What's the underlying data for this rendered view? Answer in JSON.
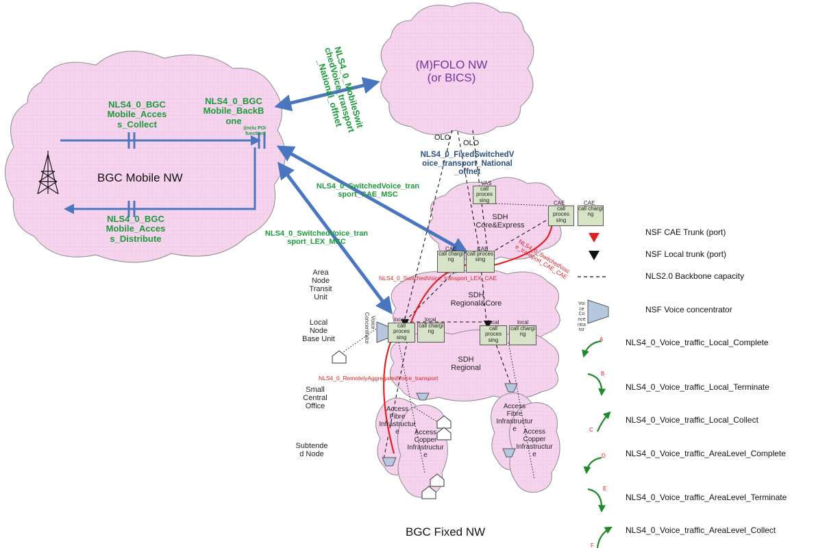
{
  "clouds": {
    "mobile": "BGC Mobile NW",
    "folo": "(M)FOLO NW\n(or BICS)",
    "core": "SDH\nCore&Express",
    "regional_core": "SDH\nRegional&Core",
    "regional": "SDH\nRegional",
    "fixed": "BGC Fixed NW",
    "access_fibre_1": "Access\nFibre\nInfrastructur\ne",
    "access_copper_1": "Access\nCopper\nInfrastructur\ne",
    "access_fibre_2": "Access\nFibre\nInfrastructur\ne",
    "access_copper_2": "Access\nCopper\nInfrastructur\ne"
  },
  "green_labels": {
    "collect": "NLS4_0_BGC\nMobile_Acces\ns_Collect",
    "backbone_main": "NLS4_0_BGC\nMobile_BackB\none",
    "backbone_sub": "(inclu POI\nfunction)",
    "distribute": "NLS4_0_BGC\nMobile_Acces\ns_Distribute",
    "mobile_switched": "NLS4_0_MobileSwit\nchedVoice_transport\n_National_offnet",
    "cae_msc": "NLS4_0_SwitchedVoice_tran\nsport_CAE_MSC",
    "lex_msc": "NLS4_0_SwitchedVoice_tran\nsport_LEX_MSC"
  },
  "navy_label": "NLS4_0_FixedSwitchedV\noice_transport_National\n_offnet",
  "olo": [
    "OLO",
    "OLO"
  ],
  "red_labels": {
    "lex_cae": "NLS4_0_SwitchedVoice_transport_LEX_CAE",
    "cae_cae": "NLS4_0_SwitchedVoic\ne_transport_CAE_CAE",
    "remote": "NLS4_0_RemotelyAggregatedVoice_transport"
  },
  "side_labels": {
    "area": "Area\nNode\nTransit\nUnit",
    "local": "Local\nNode\nBase Unit",
    "small": "Small\nCentral\nOffice",
    "subtended": "Subtende\nd Node"
  },
  "boxes": {
    "vas": "VAS",
    "call_processing": "call\nproces\nsing",
    "call_charging": "call\nchargi\nng",
    "cae": "CAE",
    "local": "local"
  },
  "concentrator_text": "Voice\nConcentrator",
  "concentrator_legend_text": "Voi\nce\nCo\nnce\nntra\ntor",
  "legend": {
    "cae_trunk": "NSF CAE Trunk (port)",
    "local_trunk": "NSF Local trunk (port)",
    "backbone": "NLS2.0 Backbone capacity",
    "concentrator": "NSF Voice concentrator",
    "traffic": [
      {
        "letter": "A",
        "label": "NLS4_0_Voice_traffic_Local_Complete"
      },
      {
        "letter": "B",
        "label": "NLS4_0_Voice_traffic_Local_Terminate"
      },
      {
        "letter": "C",
        "label": "NLS4_0_Voice_traffic_Local_Collect"
      },
      {
        "letter": "D",
        "label": "NLS4_0_Voice_traffic_AreaLevel_Complete"
      },
      {
        "letter": "E",
        "label": "NLS4_0_Voice_traffic_AreaLevel_Terminate"
      },
      {
        "letter": "F",
        "label": "NLS4_0_Voice_traffic_AreaLevel_Collect"
      }
    ]
  },
  "colors": {
    "cloud_fill": "#f7d4ee",
    "cloud_stroke": "#8a8a8a",
    "arrow_blue": "#4a76c0",
    "label_green": "#1a9a3a",
    "label_navy": "#2c4f7c",
    "red": "#e02020",
    "box_fill": "#d6e3c6",
    "folo_text": "#7030a0"
  }
}
